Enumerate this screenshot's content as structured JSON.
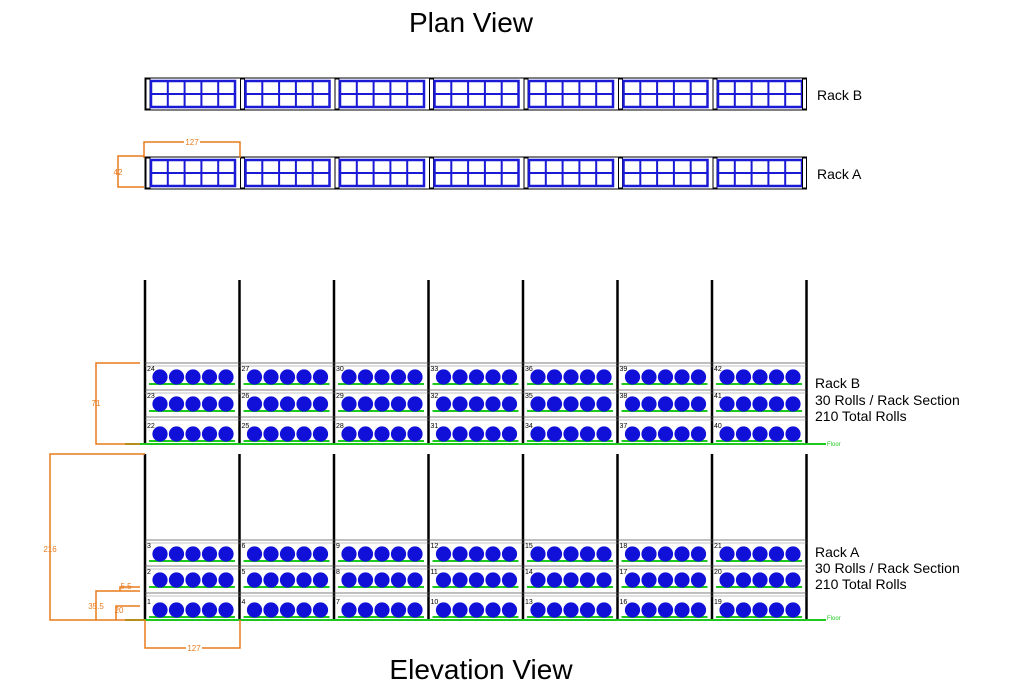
{
  "titles": {
    "plan": "Plan View",
    "elevation": "Elevation View"
  },
  "plan": {
    "rack_b_label": "Rack B",
    "rack_a_label": "Rack A",
    "dim_width": "127",
    "dim_depth": "42"
  },
  "elevation": {
    "rack_b": {
      "name": "Rack B",
      "line2": "30 Rolls / Rack Section",
      "line3": "210 Total Rolls",
      "dim_height": "71",
      "floor": "Floor",
      "numbers": [
        [
          "22",
          "23",
          "24"
        ],
        [
          "25",
          "26",
          "27"
        ],
        [
          "28",
          "29",
          "30"
        ],
        [
          "31",
          "32",
          "33"
        ],
        [
          "34",
          "35",
          "36"
        ],
        [
          "37",
          "38",
          "39"
        ],
        [
          "40",
          "41",
          "42"
        ]
      ]
    },
    "rack_a": {
      "name": "Rack A",
      "line2": "30 Rolls / Rack Section",
      "line3": "210 Total Rolls",
      "dim_total": "216",
      "dim_a": "35.5",
      "dim_b": "20",
      "dim_c": "5.5",
      "dim_width": "127",
      "floor": "Floor",
      "numbers": [
        [
          "1",
          "2",
          "3"
        ],
        [
          "4",
          "5",
          "6"
        ],
        [
          "7",
          "8",
          "9"
        ],
        [
          "10",
          "11",
          "12"
        ],
        [
          "13",
          "14",
          "15"
        ],
        [
          "16",
          "17",
          "18"
        ],
        [
          "19",
          "20",
          "21"
        ]
      ]
    }
  },
  "colors": {
    "roll": "#1010d8",
    "frame": "#000000",
    "dimension": "#e87b1c",
    "floor": "#1fc81f",
    "plan_cell": "#1a1ad6"
  }
}
